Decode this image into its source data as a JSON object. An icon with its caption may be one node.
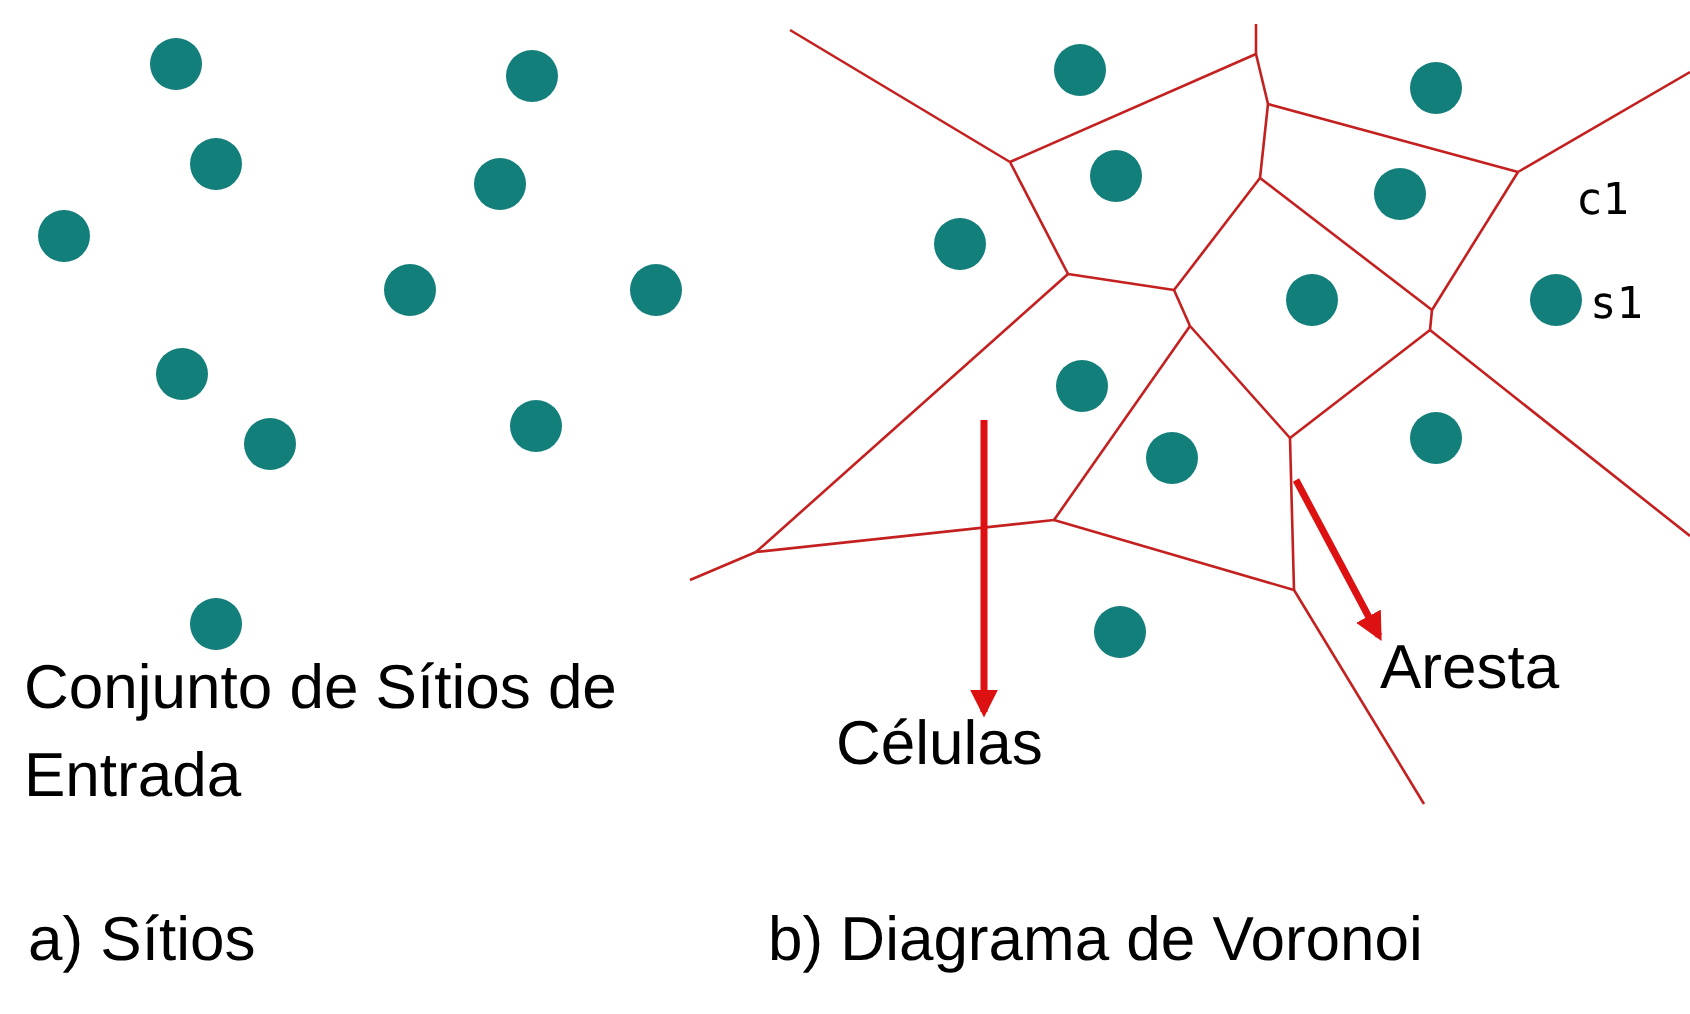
{
  "diagram": {
    "nodes": [
      {
        "text": [
          "Células"
        ]
      },
      {
        "text": [
          "Aresta"
        ]
      }
    ],
    "edges": [
      {
        "from": null,
        "to": 0,
        "arrow": "to"
      },
      {
        "from": null,
        "to": 1,
        "arrow": "to"
      }
    ],
    "labels": [
      "c1",
      "s1",
      "Conjunto de Sítios de Entrada",
      "a) Sítios",
      "b) Diagrama de Voronoi"
    ]
  }
}
